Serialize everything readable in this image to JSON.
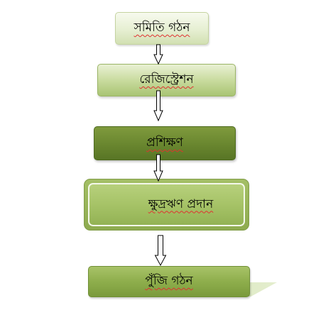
{
  "steps": [
    {
      "label": "সমিতি গঠন"
    },
    {
      "label": "রেজিস্ট্রেশন"
    },
    {
      "label": "প্রশিক্ষণ"
    },
    {
      "label": "ক্ষুদ্রঋণ প্রদান"
    },
    {
      "label": "পুঁজি গঠন"
    }
  ],
  "colors": {
    "box_light": "#e6efd2",
    "box_mid": "#c6d99a",
    "box_dark": "#6b8830",
    "box_accent": "#a6c367",
    "arrow_stroke": "#000000",
    "arrow_fill": "#ffffff"
  }
}
